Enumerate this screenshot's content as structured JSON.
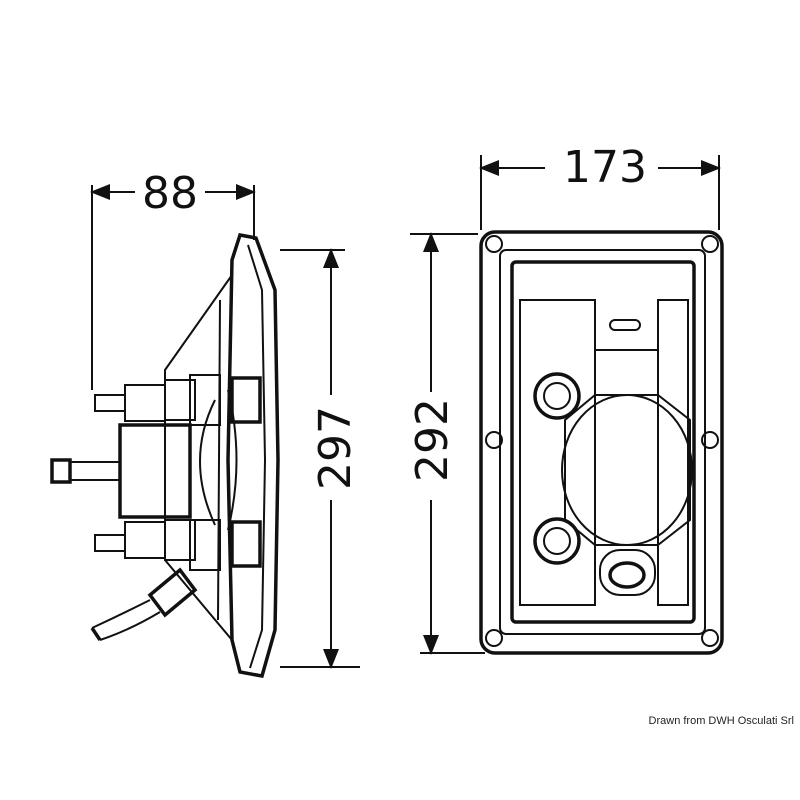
{
  "dimensions": {
    "side_depth": "88",
    "side_height": "297",
    "front_width": "173",
    "front_height": "292"
  },
  "credit": "Drawn from DWH Osculati Srl",
  "colors": {
    "line": "#111111",
    "background": "#ffffff"
  }
}
